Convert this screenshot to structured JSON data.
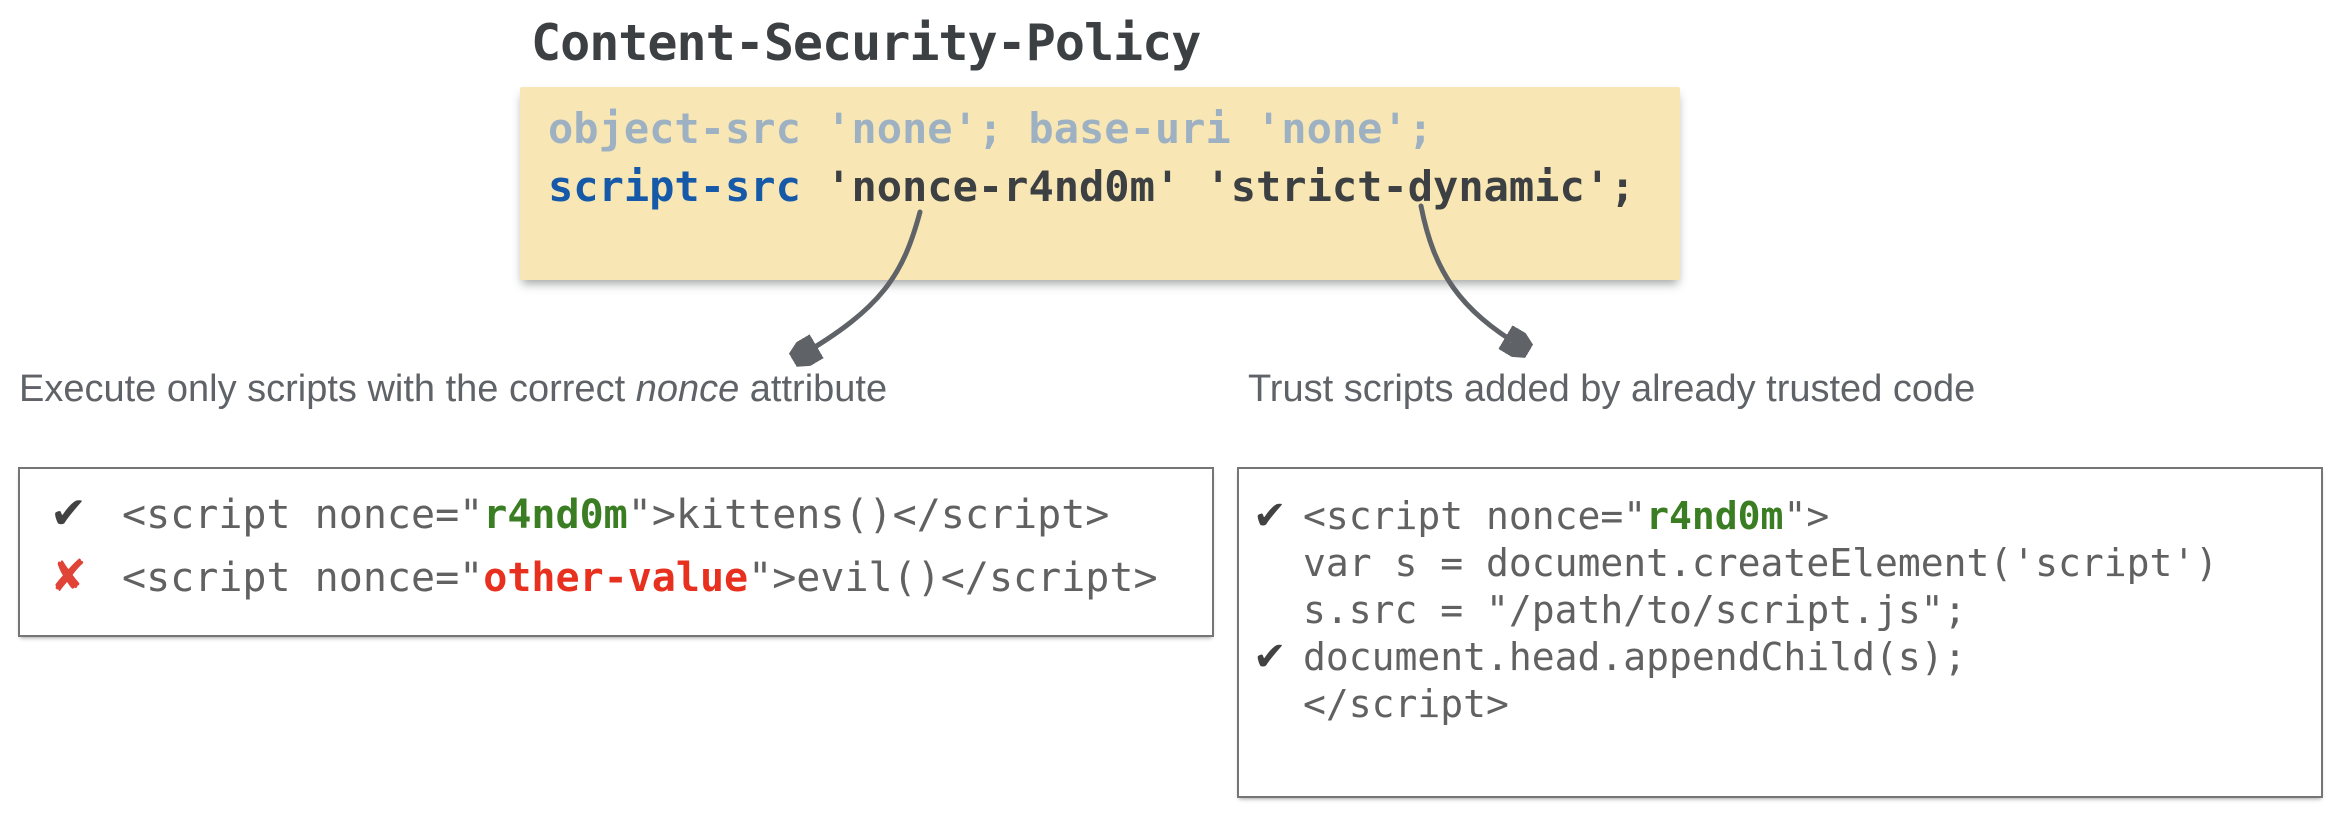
{
  "title": "Content-Security-Policy",
  "policy_box": {
    "line1": "object-src 'none'; base-uri 'none';",
    "line2_directive": "script-src",
    "line2_rest": " 'nonce-r4nd0m' 'strict-dynamic';"
  },
  "labels": {
    "left_prefix": "Execute only scripts with the correct ",
    "left_emphasis": "nonce",
    "left_suffix": " attribute",
    "right": "Trust scripts added by already trusted code"
  },
  "icons": {
    "check": "✔",
    "cross": "✘"
  },
  "left_box": {
    "line1_pre": "<script nonce=\"",
    "line1_value": "r4nd0m",
    "line1_post": "\">kittens()</script>",
    "line2_pre": "<script nonce=\"",
    "line2_value": "other-value",
    "line2_post": "\">evil()</script>"
  },
  "right_box": {
    "line1_pre": "<script nonce=\"",
    "line1_value": "r4nd0m",
    "line1_post": "\">",
    "line2": "var s = document.createElement('script')",
    "line3": "s.src = \"/path/to/script.js\";",
    "line4": "document.head.appendChild(s);",
    "line5": "</script>"
  },
  "colors": {
    "policy_background": "#f8e7b4",
    "muted_directive": "#9db1c3",
    "accent_blue": "#1659a8",
    "code_dark": "#3c4043",
    "code_gray": "#616161",
    "nonce_green": "#3a7d22",
    "bad_value_red": "#e8301f",
    "cross_red": "#df4437",
    "label_gray": "#5f6368",
    "arrow_gray": "#5f6368",
    "box_border": "#757575"
  }
}
